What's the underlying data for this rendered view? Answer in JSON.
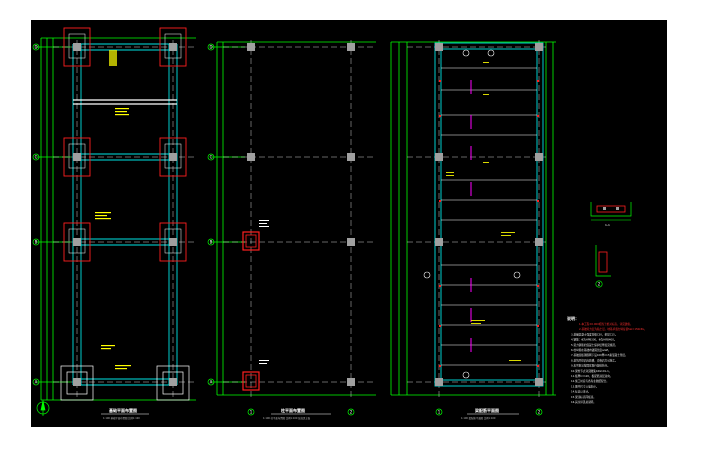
{
  "drawing": {
    "background": "#000000",
    "colors": {
      "axis": "#00ff00",
      "wall": "#00e5e5",
      "beam": "#ffffff",
      "pile": "#ff2020",
      "column": "#a0a0a0",
      "purple": "#ff00ff",
      "text": "#ffffff",
      "dim_text": "#ffff00"
    },
    "panels": [
      {
        "title": "基础平面布置图",
        "scale": "1:100  基础平面布置图  比例1:100"
      },
      {
        "title": "柱平面布置图",
        "scale": "1:100  柱平面布置图 比例1:100  层高见立面"
      },
      {
        "title": "梁配筋平面图",
        "scale": "1:100  梁配筋平面图 比例1:100"
      }
    ],
    "axis_labels": {
      "rows": [
        "D",
        "C",
        "B",
        "A"
      ],
      "cols": [
        "1",
        "2"
      ]
    },
    "section_labels": [
      "1-1",
      "2"
    ],
    "notes": {
      "heading": "说明：",
      "items": [
        "1.本工程±0.000相当于绝对标高，详见建施。",
        "2.基础持力层为粘土层，地基承载力特征值fak=150kPa。",
        "3.基础混凝土强度等级C30，垫层C15。",
        "4.钢筋：Φ为HPB300，Φ为HRB400。",
        "5.受力钢筋的混凝土保护层厚度见规范。",
        "6.柱纵筋在基础内锚固长度≥laE。",
        "7.基础底板钢筋网下设100厚C15素混凝土垫层。",
        "8.基坑开挖后应验槽，合格后方可施工。",
        "9.未尽事宜按国家现行规范执行。",
        "10.梁柱节点详见图集16G101-1。",
        "11.板厚h=120，板配筋双层双向。",
        "12.施工时应与各专业图纸配合。",
        "13.图中尺寸以毫米计。",
        "14.标高以米计。",
        "15.梁顶标高同板顶。",
        "16.其余详见总说明。"
      ]
    }
  }
}
